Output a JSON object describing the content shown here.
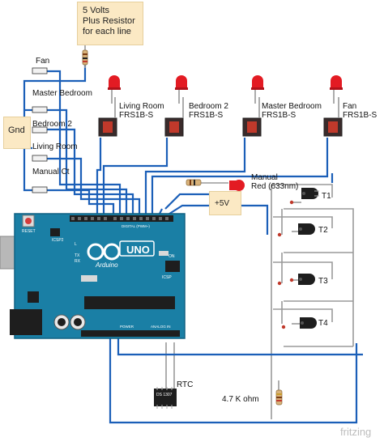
{
  "notes": {
    "supply_note_line1": "5 Volts",
    "supply_note_line2": "Plus Resistor",
    "supply_note_line3": "for each line",
    "ground_note": "Gnd",
    "plus5v_note": "+5V"
  },
  "switch_labels": [
    "Fan",
    "Master Bedroom",
    "Bedroom 2",
    "Living Room",
    "Manual Ct"
  ],
  "relays": [
    {
      "room": "Living Room",
      "part": "FRS1B-S"
    },
    {
      "room": "Bedroom 2",
      "part": "FRS1B-S"
    },
    {
      "room": "Master Bedroom",
      "part": "FRS1B-S"
    },
    {
      "room": "Fan",
      "part": "FRS1B-S"
    }
  ],
  "manual_led": {
    "line1": "Manual",
    "line2": "Red (633nm)"
  },
  "transistors": [
    "T1",
    "T2",
    "T3",
    "T4"
  ],
  "rtc": {
    "label": "RTC",
    "chip": "DS 1307"
  },
  "resistor_label": "4.7 K ohm",
  "board": {
    "brand": "Arduino",
    "model": "UNO",
    "reset": "RESET",
    "icsp2": "ICSP2",
    "icsp": "ICSP",
    "digital": "DIGITAL (PWM~)",
    "power": "POWER",
    "analog": "ANALOG IN",
    "pin_l": "L",
    "pin_tx": "TX",
    "pin_rx": "RX",
    "pin_on": "ON"
  },
  "watermark": "fritzing",
  "colors": {
    "wire": "#1b5fb8",
    "board": "#1a7fa5",
    "led": "#e31b23",
    "note": "#fbe9c4",
    "relay": "#c0392b",
    "grey_wire": "#9a9a9a"
  }
}
